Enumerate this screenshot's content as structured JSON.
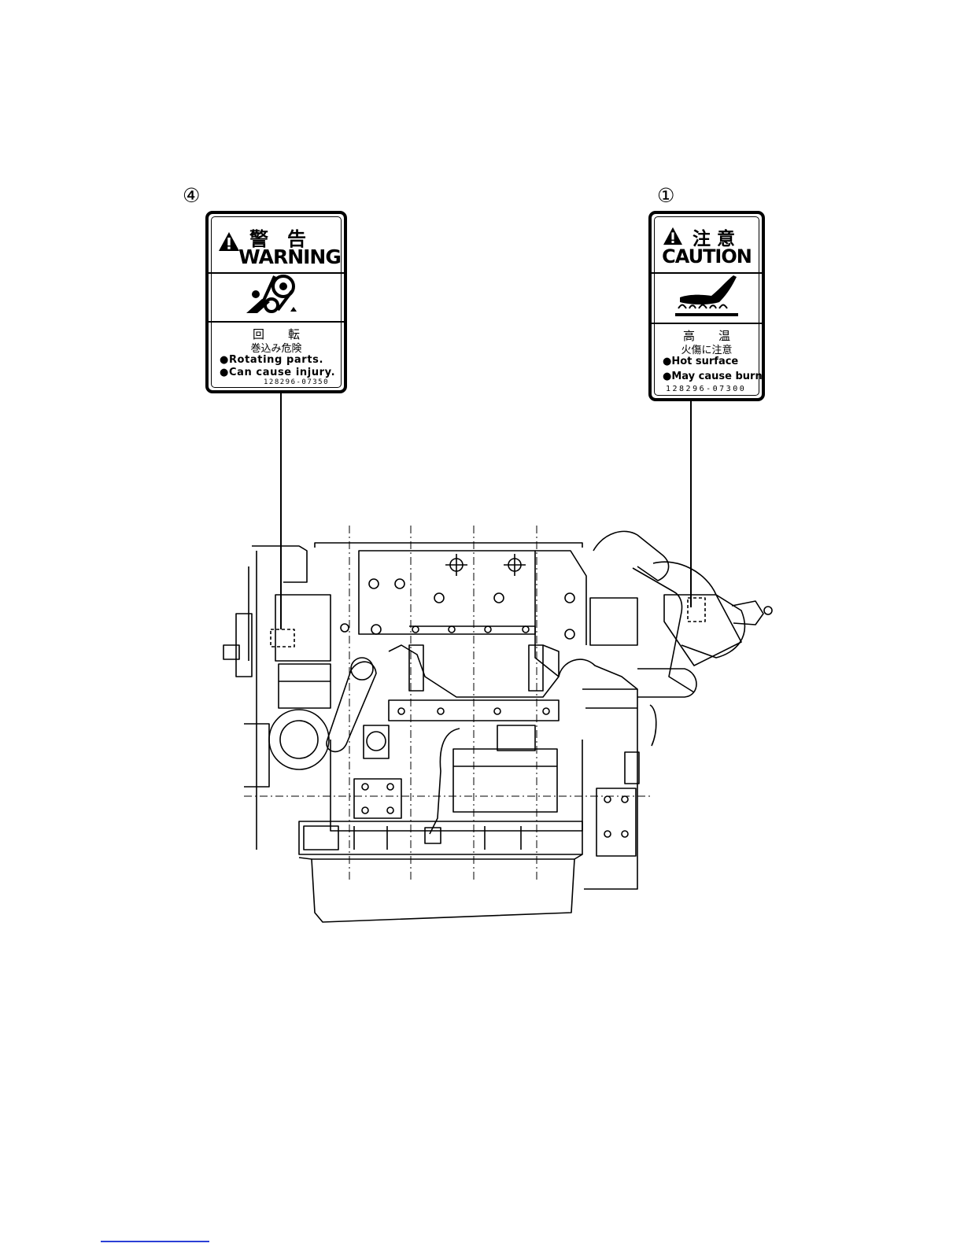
{
  "labels": [
    {
      "callout": "④",
      "header_jp": "警　告",
      "header_en": "WARNING",
      "pictogram": "rotating-parts-pictogram",
      "line_jp_1": "回　　転",
      "line_jp_2": "巻込み危険",
      "bullet_1": "●Rotating parts.",
      "bullet_2": "●Can cause injury.",
      "part_number": "128296-07350"
    },
    {
      "callout": "①",
      "header_jp": "注 意",
      "header_en": "CAUTION",
      "pictogram": "hot-surface-pictogram",
      "line_jp_1": "高　　温",
      "line_jp_2": "火傷に注意",
      "bullet_1": "●Hot surface",
      "bullet_2": "●May cause burn",
      "part_number": "128296-07300"
    }
  ],
  "drawing": {
    "subject": "engine-side-view",
    "icons": [
      "warning-triangle-icon",
      "rotating-parts-pictogram",
      "hot-surface-pictogram"
    ]
  }
}
